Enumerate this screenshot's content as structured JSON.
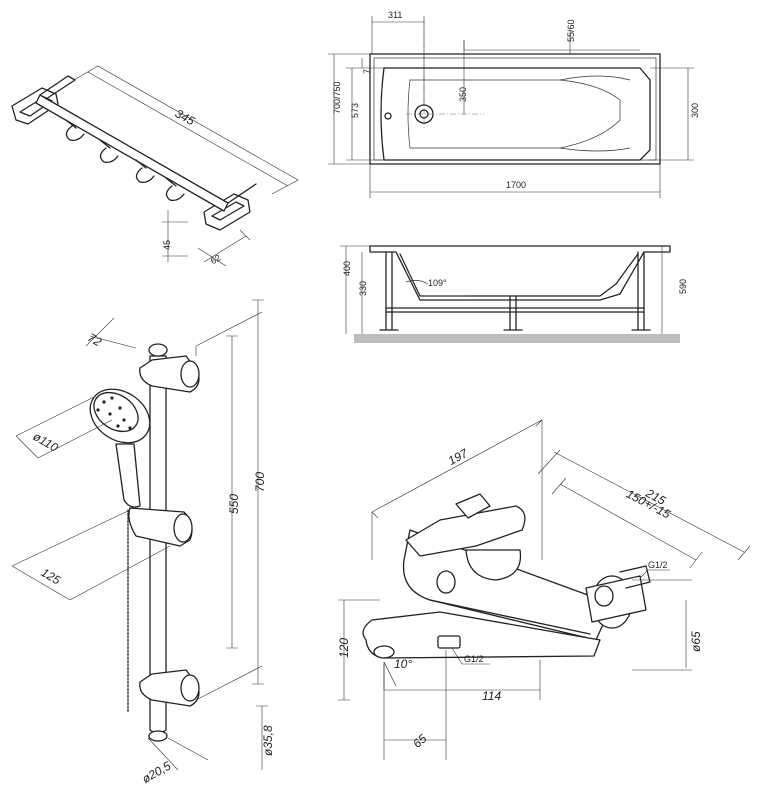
{
  "towel_rail": {
    "length": "345",
    "height": "45",
    "depth": "62"
  },
  "bathtub_plan": {
    "width": "311",
    "drain_offset": "55/60",
    "rim": "7",
    "depth_range": "700/750",
    "inner_depth": "573",
    "drain_distance": "350",
    "basin_width": "300",
    "length": "1700"
  },
  "bathtub_side": {
    "frame_height": "400",
    "leg_height": "330",
    "backrest_angle": "109°",
    "total_height": "590"
  },
  "shower_set": {
    "bracket_offset": "72",
    "head_diameter": "ø110",
    "handset_offset": "125",
    "slide_range": "550",
    "rail_length": "700",
    "rail_diameter": "ø20,5",
    "wall_mount_diameter": "ø35,8"
  },
  "bath_mixer": {
    "body_length": "197",
    "total_depth": "215",
    "connection_spacing": "150+/-15",
    "connection_thread": "G1/2",
    "outlet_thread": "G1/2",
    "height": "120",
    "spout_angle": "10°",
    "spout_projection": "114",
    "spout_offset": "65",
    "escutcheon_diameter": "ø65"
  }
}
